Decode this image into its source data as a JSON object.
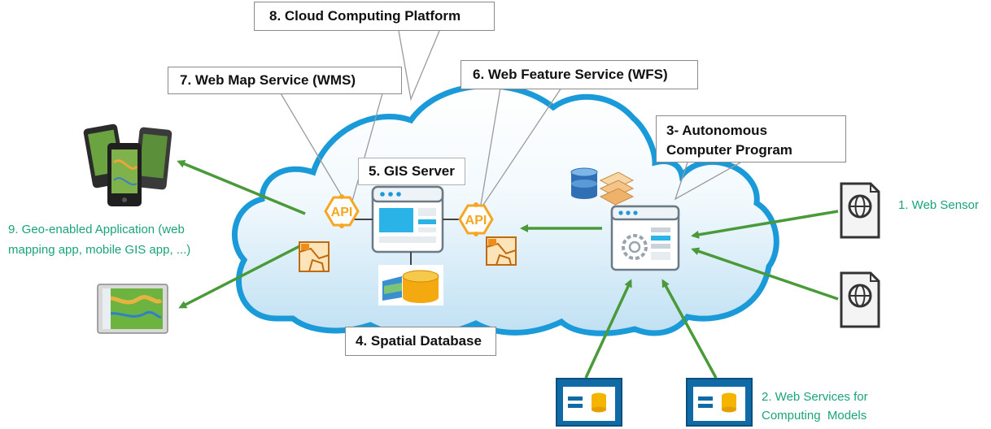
{
  "labels": {
    "cloud_platform": "8. Cloud Computing Platform",
    "wms": "7. Web Map Service (WMS)",
    "wfs": "6. Web Feature Service (WFS)",
    "autonomous_line1": "3- Autonomous",
    "autonomous_line2": "Computer Program",
    "gis_server": "5. GIS Server",
    "spatial_db": "4. Spatial Database",
    "web_sensor": "1. Web Sensor",
    "geo_app_line1": "9. Geo-enabled Application (web",
    "geo_app_line2": "mapping app, mobile GIS app, ...)",
    "web_services_line1": "2. Web Services for",
    "web_services_line2": "Computing  Models",
    "api_text": "API"
  },
  "colors": {
    "cloud_stroke": "#1a9ad8",
    "cloud_fill_top": "#ffffff",
    "cloud_fill_bottom": "#c6e4f4",
    "arrow": "#4a9a3a",
    "api_orange": "#f5a623",
    "label_green": "#1aa37a",
    "service_blue": "#0f6aa6"
  },
  "icons": {
    "mobile_devices": "mobile-devices-icon",
    "tablet_map": "tablet-map-icon",
    "web_sensor_top": "web-sensor-globe-document-icon",
    "web_sensor_bottom": "web-sensor-globe-document-icon",
    "gis_server": "server-window-icon",
    "autonomous_program": "program-window-gear-icon",
    "spatial_db": "database-cylinder-icon",
    "db_stack": "database-stack-icon",
    "api_badge": "api-hexagon-icon",
    "web_service": "web-service-icon"
  }
}
